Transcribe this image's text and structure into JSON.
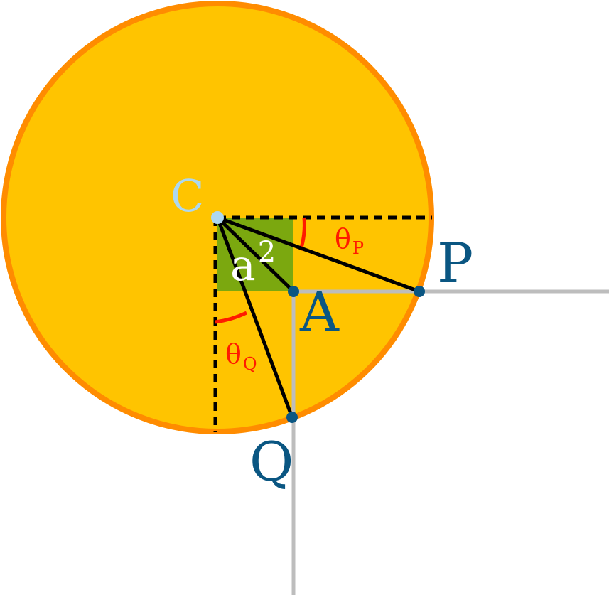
{
  "labels": {
    "center": "C",
    "point_a": "A",
    "point_p": "P",
    "point_q": "Q",
    "area_base": "a",
    "area_exponent": "2",
    "theta_p_symbol": "θ",
    "theta_p_subscript": "P",
    "theta_q_symbol": "θ",
    "theta_q_subscript": "Q"
  },
  "colors": {
    "circle_fill": "#FFC400",
    "circle_stroke": "#FF8C00",
    "square_fill": "#7BA80F",
    "axis_lines": "#BDBDBD",
    "segments": "#000000",
    "angle_arcs": "#FF1A00",
    "point_dots": "#0A5682",
    "center_dot": "#ADD8F0",
    "point_labels": "#0A5682",
    "center_label": "#ADD8F0",
    "area_label": "#FFFFFF",
    "angle_labels": "#FF1A00"
  }
}
